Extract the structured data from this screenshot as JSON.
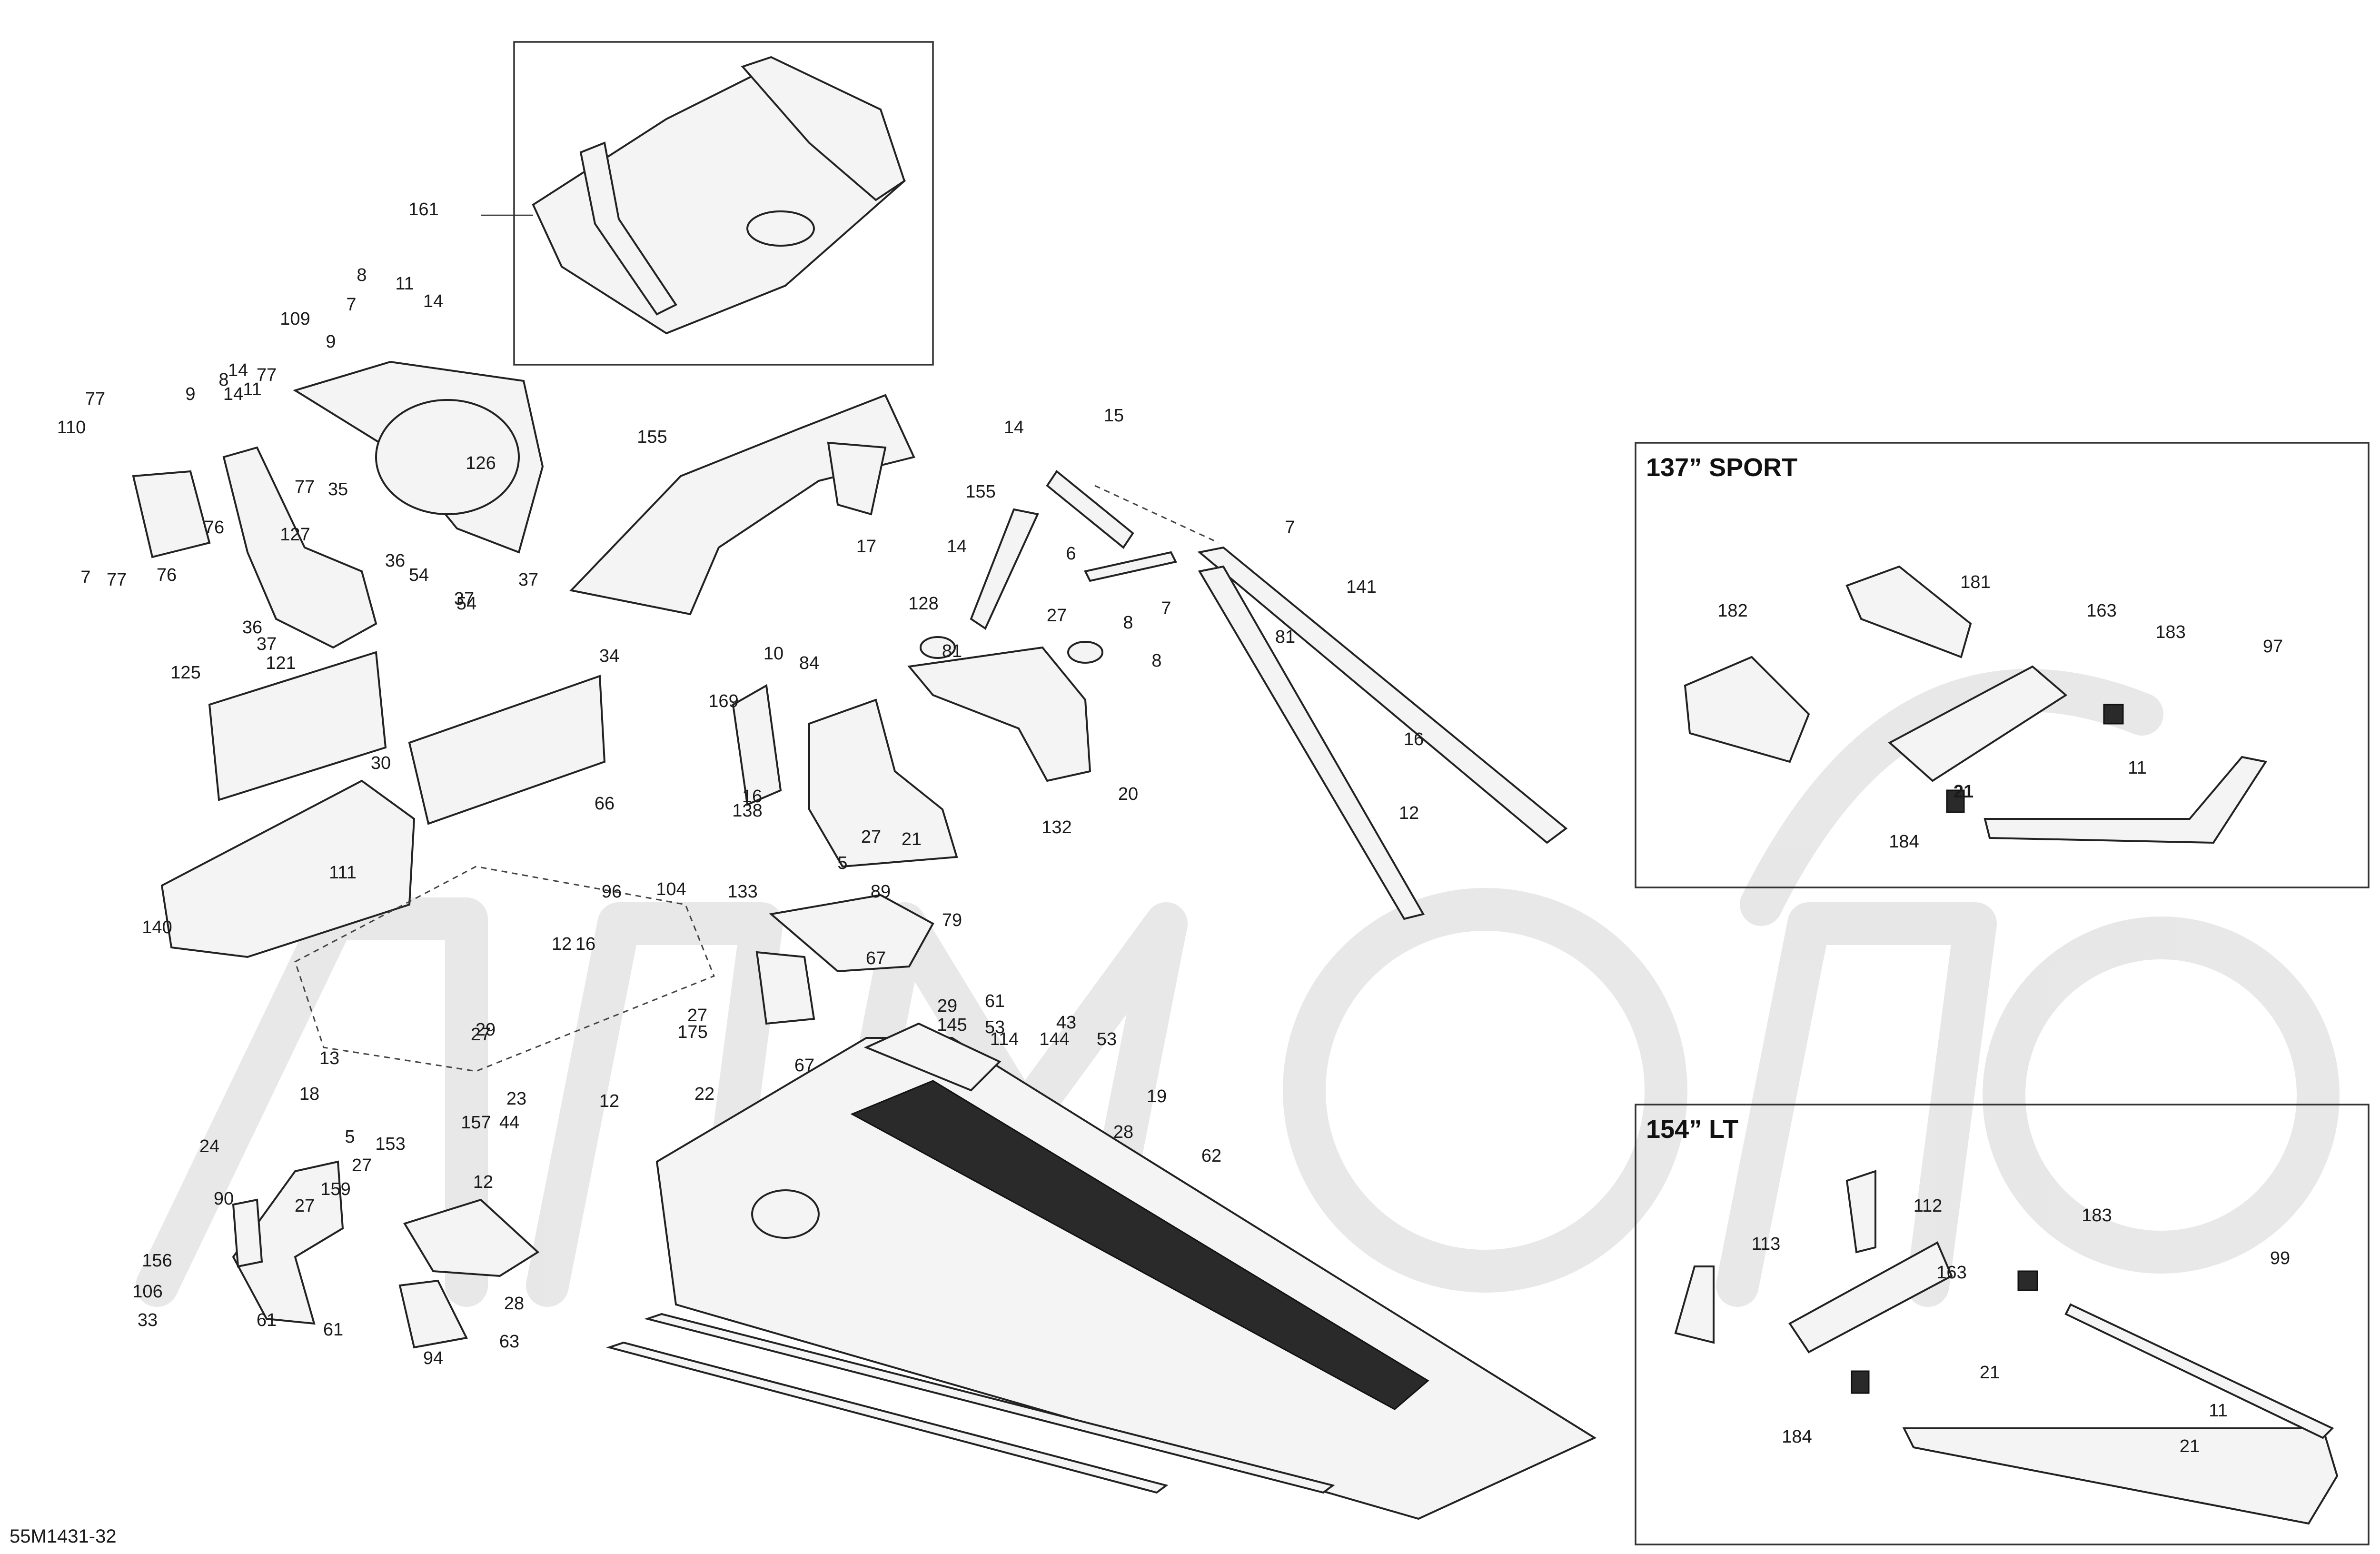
{
  "diagram": {
    "ref_code": "55M1431-32",
    "insets": [
      {
        "title": "137” SPORT",
        "parts": [
          "182",
          "181",
          "163",
          "183",
          "97",
          "11",
          "21",
          "184"
        ]
      },
      {
        "title": "154” LT",
        "parts": [
          "112",
          "163",
          "183",
          "113",
          "99",
          "21",
          "184",
          "11",
          "21"
        ]
      }
    ],
    "main_parts": [
      "161",
      "8",
      "11",
      "14",
      "7",
      "109",
      "9",
      "77",
      "14",
      "8",
      "11",
      "9",
      "110",
      "77",
      "14",
      "126",
      "127",
      "35",
      "77",
      "76",
      "7",
      "77",
      "76",
      "36",
      "54",
      "37",
      "37",
      "54",
      "36",
      "37",
      "121",
      "125",
      "34",
      "30",
      "66",
      "111",
      "140",
      "155",
      "15",
      "155",
      "14",
      "14",
      "6",
      "17",
      "128",
      "8",
      "7",
      "141",
      "7",
      "81",
      "81",
      "8",
      "27",
      "10",
      "84",
      "169",
      "20",
      "132",
      "16",
      "16",
      "12",
      "138",
      "27",
      "21",
      "5",
      "133",
      "89",
      "79",
      "104",
      "67",
      "96",
      "16",
      "12",
      "27",
      "29",
      "145",
      "175",
      "61",
      "53",
      "114",
      "53",
      "144",
      "43",
      "19",
      "28",
      "62",
      "67",
      "29",
      "23",
      "12",
      "27",
      "22",
      "13",
      "157",
      "44",
      "18",
      "153",
      "5",
      "27",
      "24",
      "90",
      "12",
      "27",
      "159",
      "28",
      "156",
      "106",
      "33",
      "61",
      "61",
      "63",
      "94"
    ]
  }
}
